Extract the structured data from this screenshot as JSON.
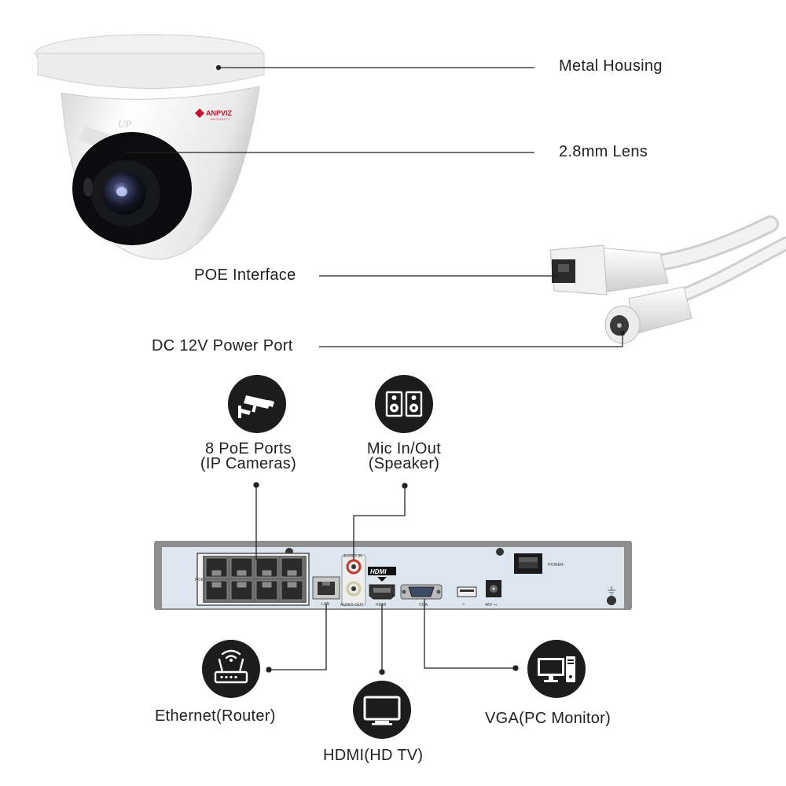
{
  "camera_callouts": {
    "housing": "Metal Housing",
    "lens": "2.8mm Lens",
    "poe": "POE Interface",
    "dc": "DC 12V Power Port"
  },
  "camera_brand": {
    "name": "ANPVIZ",
    "sub": "SECURITY",
    "model_mark": "UP"
  },
  "nvr_callouts": {
    "poe_ports": {
      "line1": "8 PoE Ports",
      "line2": "(IP Cameras)"
    },
    "mic": {
      "line1": "Mic In/Out",
      "line2": "(Speaker)"
    },
    "ethernet": "Ethernet(Router)",
    "hdmi": "HDMI(HD TV)",
    "vga": "VGA(PC Monitor)"
  },
  "panel_text": {
    "poe": "POE",
    "lan": "LAN",
    "audio_in": "AUDIO IN",
    "audio_out": "AUDIO OUT",
    "hdmi_logo": "HDMI",
    "hdmi_port": "HDMI",
    "vga": "VGA",
    "usb": "⭠",
    "dc": "48V ⎓",
    "power": "POWER"
  },
  "icons": [
    "cctv-camera-icon",
    "speaker-icon",
    "router-icon",
    "tv-icon",
    "computer-icon"
  ],
  "colors": {
    "icon_bg": "#1c1c1c",
    "line": "#222222",
    "nvr_body": "#8e8e8e",
    "nvr_panel": "#dde6ee"
  }
}
